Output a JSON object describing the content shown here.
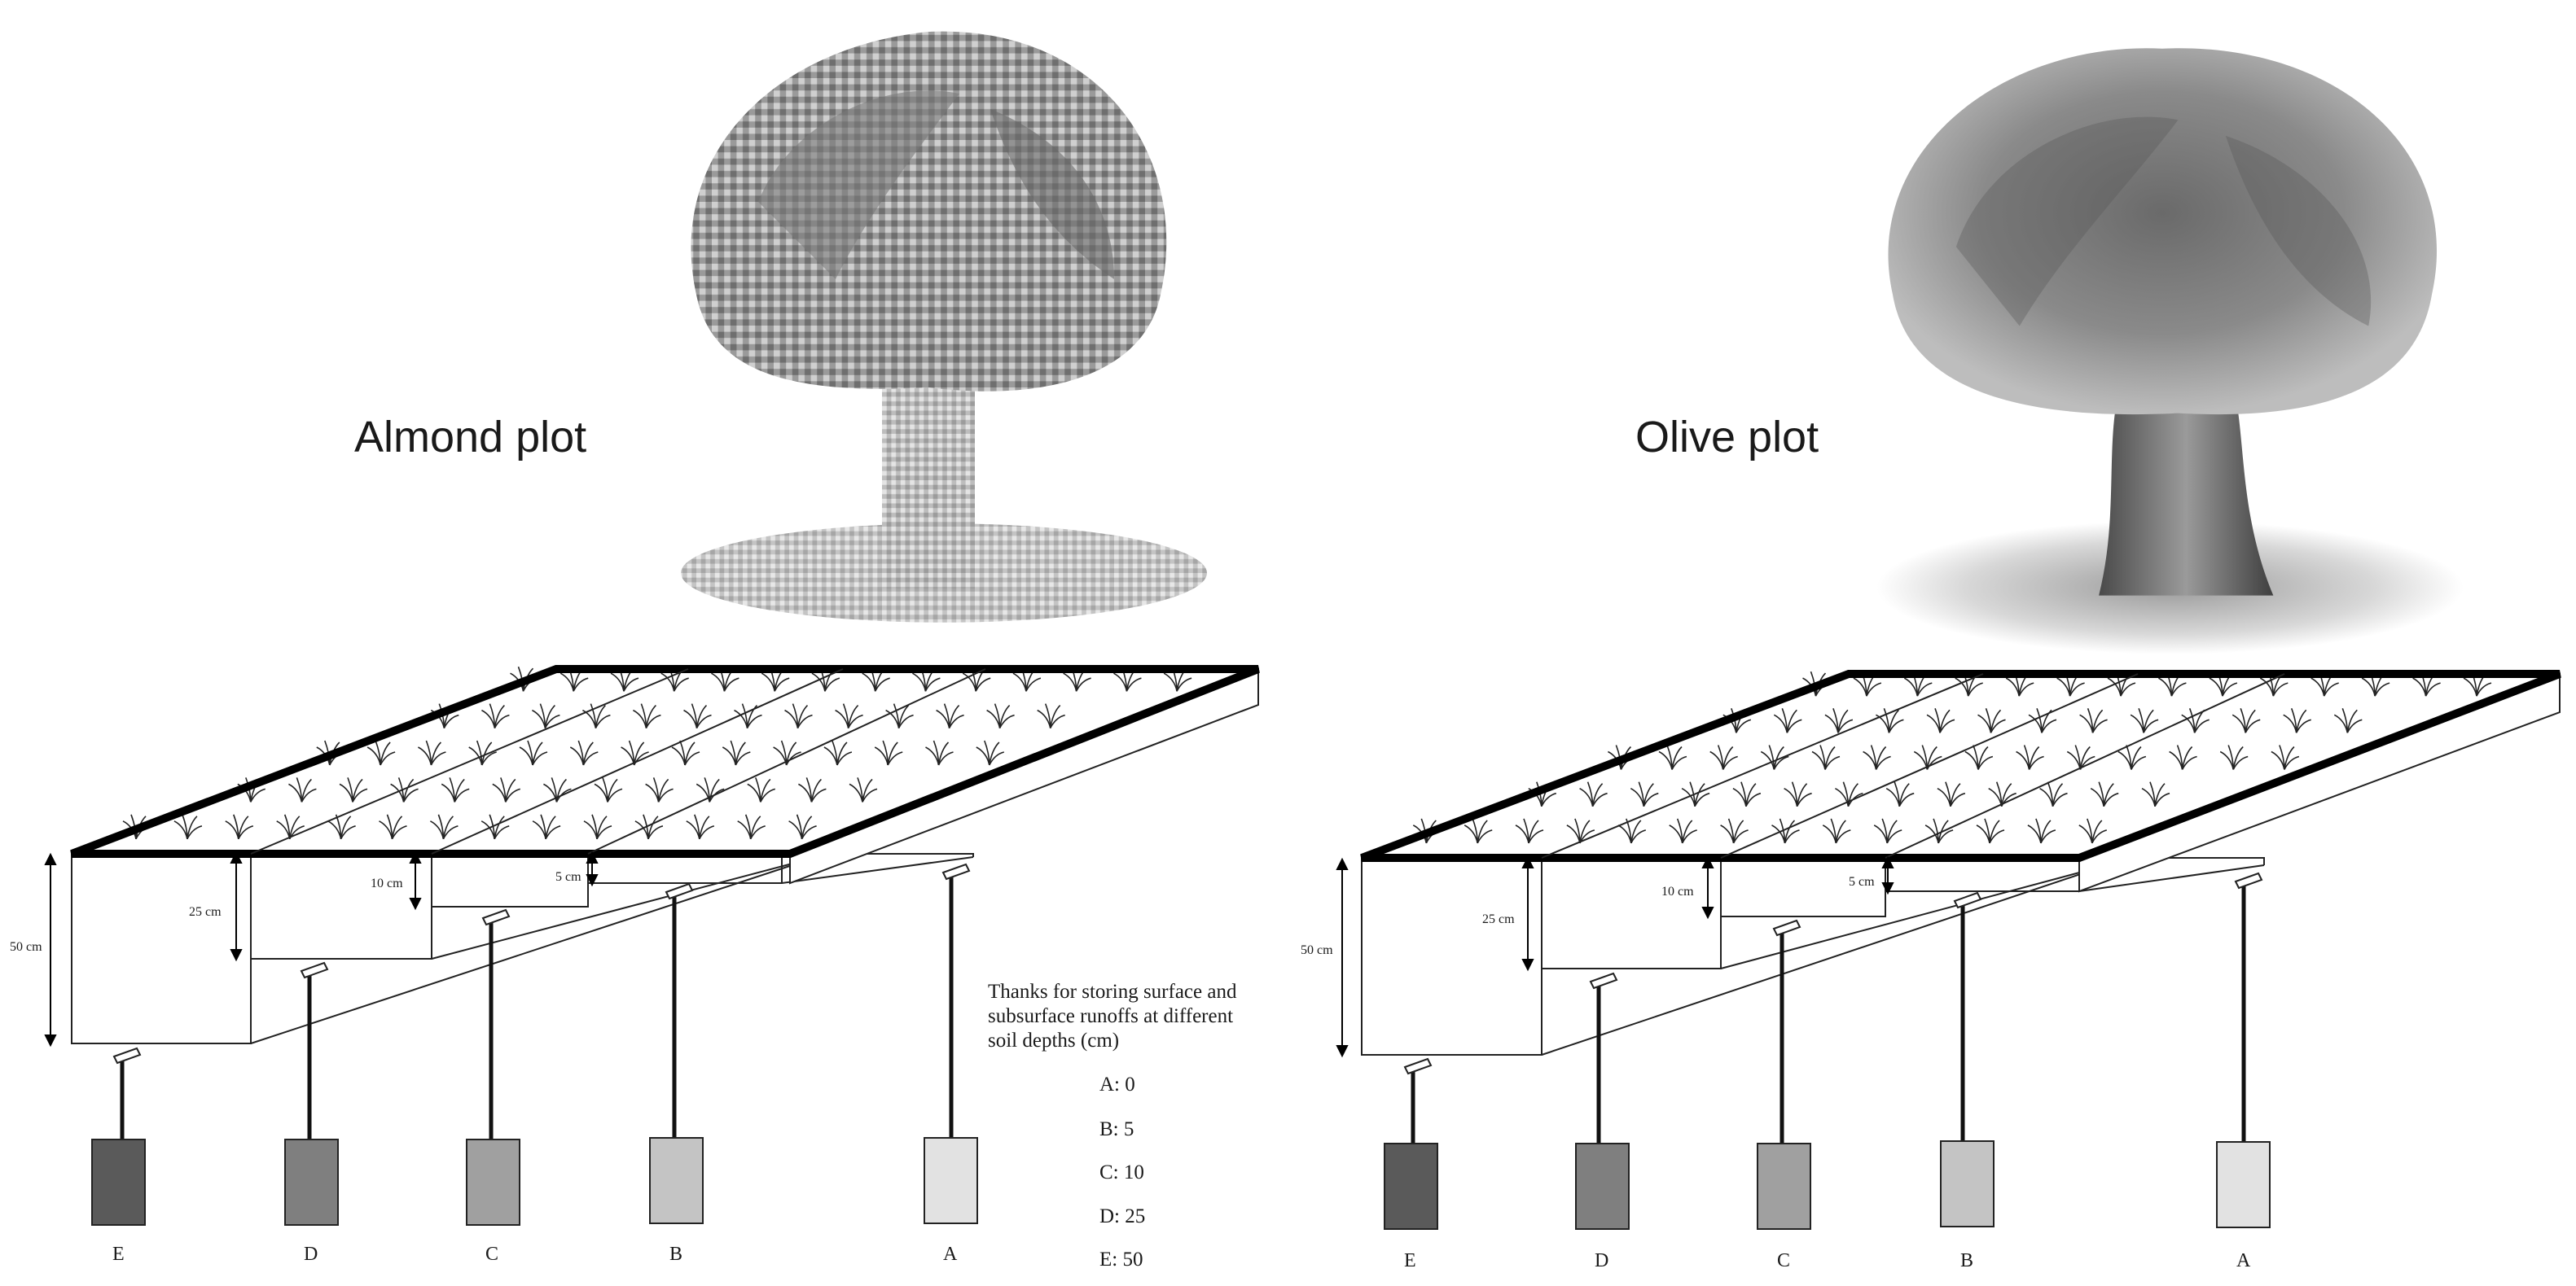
{
  "plots": [
    {
      "title": "Almond plot",
      "depth_labels": [
        "50 cm",
        "25 cm",
        "10 cm",
        "5 cm"
      ],
      "tanks": [
        {
          "label": "E",
          "color": "#5a5a5a"
        },
        {
          "label": "D",
          "color": "#7f7f7f"
        },
        {
          "label": "C",
          "color": "#a0a0a0"
        },
        {
          "label": "B",
          "color": "#c4c4c4"
        },
        {
          "label": "A",
          "color": "#e2e2e2"
        }
      ]
    },
    {
      "title": "Olive plot",
      "depth_labels": [
        "50 cm",
        "25 cm",
        "10 cm",
        "5 cm"
      ],
      "tanks": [
        {
          "label": "E",
          "color": "#5a5a5a"
        },
        {
          "label": "D",
          "color": "#7f7f7f"
        },
        {
          "label": "C",
          "color": "#a0a0a0"
        },
        {
          "label": "B",
          "color": "#c4c4c4"
        },
        {
          "label": "A",
          "color": "#e2e2e2"
        }
      ]
    }
  ],
  "legend": {
    "description": [
      "Thanks for storing surface and",
      "subsurface runoffs at different",
      "soil depths (cm)"
    ],
    "items": [
      "A: 0",
      "B: 5",
      "C: 10",
      "D: 25",
      "E: 50"
    ]
  }
}
